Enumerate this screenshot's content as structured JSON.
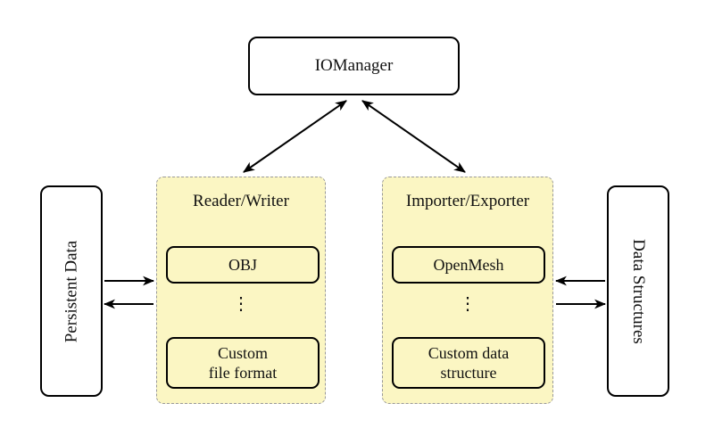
{
  "diagram": {
    "nodes": {
      "iomanager": {
        "label": "IOManager"
      },
      "persistent_data": {
        "label": "Persistent Data"
      },
      "data_structures": {
        "label": "Data Structures"
      },
      "reader_writer": {
        "title": "Reader/Writer",
        "items": [
          "OBJ",
          "Custom\nfile format"
        ],
        "ellipsis": "⋮"
      },
      "importer_exporter": {
        "title": "Importer/Exporter",
        "items": [
          "OpenMesh",
          "Custom data\nstructure"
        ],
        "ellipsis": "⋮"
      }
    },
    "edges": [
      {
        "from": "iomanager",
        "to": "reader_writer",
        "direction": "bidirectional"
      },
      {
        "from": "iomanager",
        "to": "importer_exporter",
        "direction": "bidirectional"
      },
      {
        "from": "persistent_data",
        "to": "reader_writer",
        "direction": "right"
      },
      {
        "from": "reader_writer",
        "to": "persistent_data",
        "direction": "left"
      },
      {
        "from": "data_structures",
        "to": "importer_exporter",
        "direction": "left"
      },
      {
        "from": "importer_exporter",
        "to": "data_structures",
        "direction": "right"
      }
    ],
    "colors": {
      "background": "#FFFFFF",
      "panel_fill": "#FBF6C3",
      "panel_border": "#999999",
      "node_border": "#000000",
      "arrow": "#000000"
    }
  }
}
